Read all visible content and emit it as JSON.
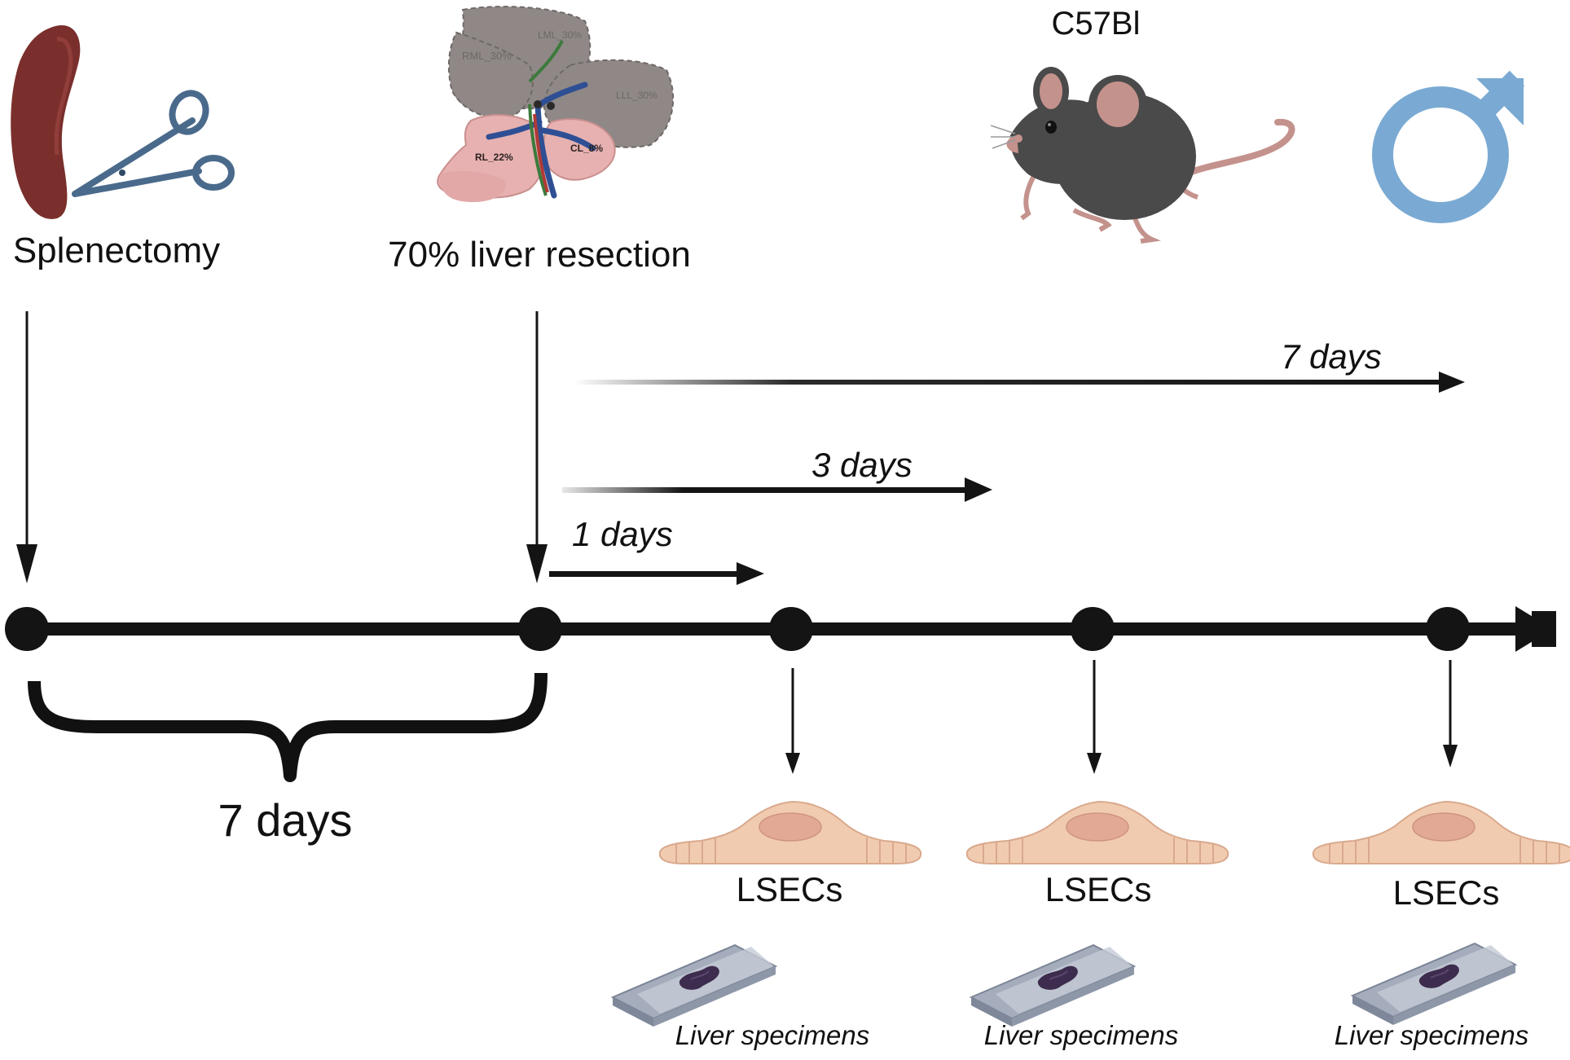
{
  "procedures": {
    "splenectomy_label": "Splenectomy",
    "resection_label": "70% liver resection",
    "mouse_strain_label": "C57Bl"
  },
  "liver_lobes": {
    "rml": "RML_30%",
    "lml": "LML_30%",
    "lll": "LLL_30%",
    "rl": "RL_22%",
    "cl": "CL_8%"
  },
  "intervals": {
    "pre_resection": "7 days",
    "day1": "1 days",
    "day3": "3 days",
    "day7": "7 days"
  },
  "samples": [
    {
      "cell_label": "LSECs",
      "specimen_label": "Liver specimens"
    },
    {
      "cell_label": "LSECs",
      "specimen_label": "Liver specimens"
    },
    {
      "cell_label": "LSECs",
      "specimen_label": "Liver specimens"
    }
  ],
  "colors": {
    "timeline": "#141414",
    "spleen": "#7a2f2c",
    "scissors": "#4a6a8c",
    "liver_resected": "#8f8886",
    "liver_remnant": "#e6b1b0",
    "mouse": "#4a4a4a",
    "male_symbol": "#7aaad3",
    "cell": "#f1cbb0",
    "slide": "#a5adbc"
  },
  "icons": [
    "spleen-icon",
    "scissors-icon",
    "liver-icon",
    "mouse-icon",
    "male-symbol-icon",
    "cell-icon",
    "slide-icon"
  ]
}
